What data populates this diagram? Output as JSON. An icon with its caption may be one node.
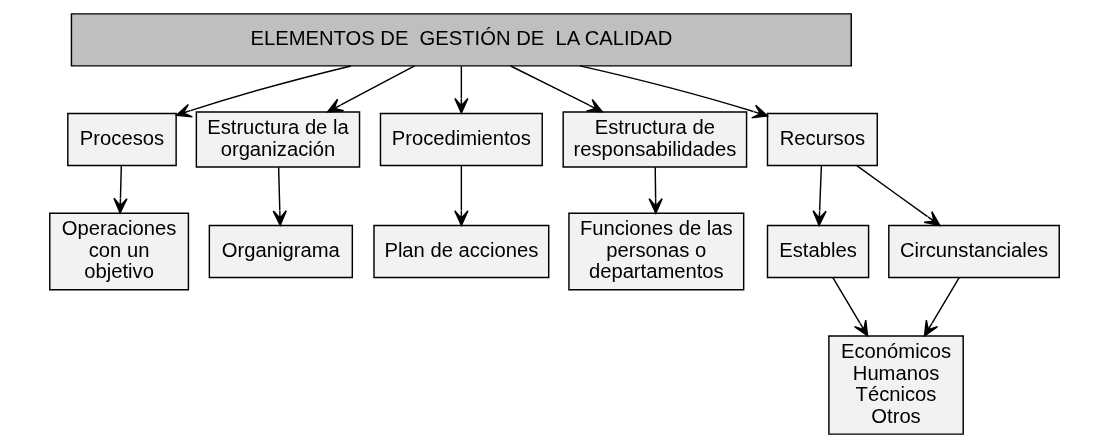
{
  "diagram": {
    "nodes": [
      {
        "text": [
          "ELEMENTOS DE  GESTIÓN DE  LA CALIDAD"
        ]
      },
      {
        "text": [
          "Procesos"
        ]
      },
      {
        "text": [
          "Estructura de la organización"
        ]
      },
      {
        "text": [
          "Procedimientos"
        ]
      },
      {
        "text": [
          "Estructura de responsabilidades"
        ]
      },
      {
        "text": [
          "Recursos"
        ]
      },
      {
        "text": [
          "Operaciones con un objetivo"
        ]
      },
      {
        "text": [
          "Organigrama"
        ]
      },
      {
        "text": [
          "Plan de acciones"
        ]
      },
      {
        "text": [
          "Funciones de las personas o departamentos"
        ]
      },
      {
        "text": [
          "Estables"
        ]
      },
      {
        "text": [
          "Circunstanciales"
        ]
      },
      {
        "text": [
          "Económicos",
          "Humanos",
          "Técnicos",
          "Otros"
        ]
      }
    ],
    "edges": [
      {
        "from": 0,
        "to": 1,
        "arrow": "to"
      },
      {
        "from": 0,
        "to": 2,
        "arrow": "to"
      },
      {
        "from": 0,
        "to": 3,
        "arrow": "to"
      },
      {
        "from": 0,
        "to": 4,
        "arrow": "to"
      },
      {
        "from": 0,
        "to": 5,
        "arrow": "to"
      },
      {
        "from": 1,
        "to": 6,
        "arrow": "to"
      },
      {
        "from": 2,
        "to": 7,
        "arrow": "to"
      },
      {
        "from": 3,
        "to": 8,
        "arrow": "to"
      },
      {
        "from": 4,
        "to": 9,
        "arrow": "to"
      },
      {
        "from": 5,
        "to": 10,
        "arrow": "to"
      },
      {
        "from": 5,
        "to": 11,
        "arrow": "to"
      },
      {
        "from": 10,
        "to": 12,
        "arrow": "to"
      },
      {
        "from": 11,
        "to": 12,
        "arrow": "to"
      }
    ]
  }
}
